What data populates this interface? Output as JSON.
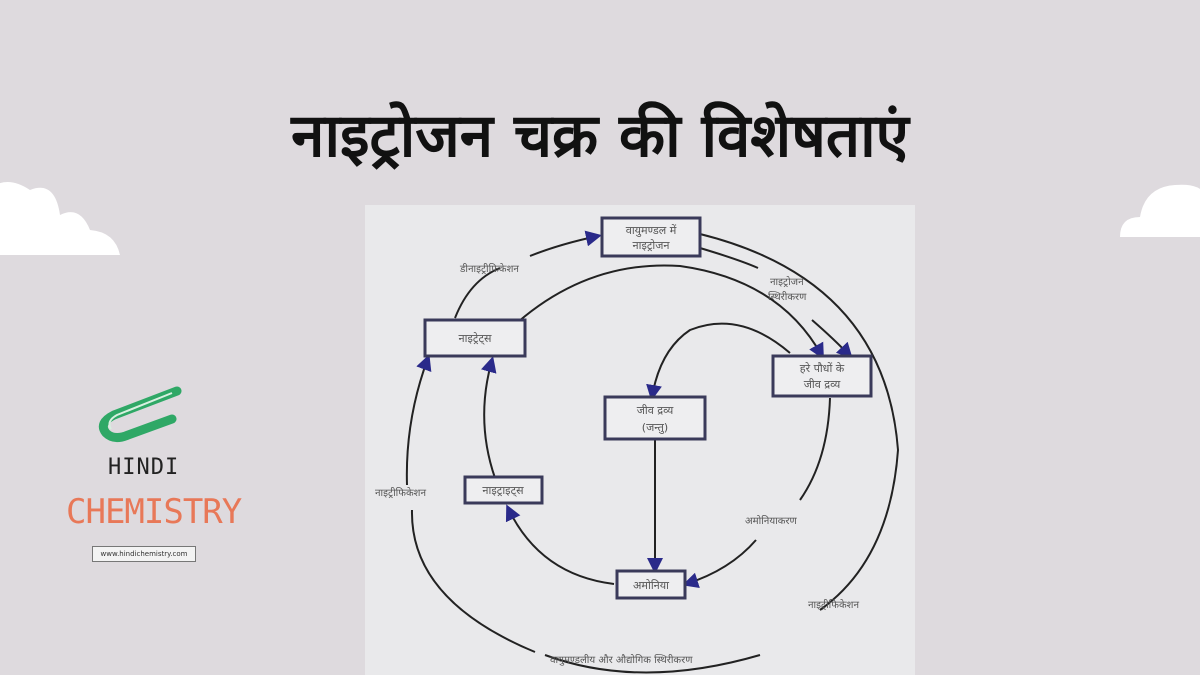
{
  "title": "नाइट्रोजन चक्र की विशेषताएं",
  "diagram": {
    "boxes": {
      "atmosphere": [
        "वायुमण्डल में",
        "नाइट्रोजन"
      ],
      "nitrates": "नाइट्रेट्स",
      "green_plants": [
        "हरे पौधों के",
        "जीव द्रव्य"
      ],
      "animal_protoplasm": [
        "जीव द्रव्य",
        "(जन्तु)"
      ],
      "nitrites": "नाइट्राइट्स",
      "ammonia": "अमोनिया"
    },
    "labels": {
      "denitrification": "डीनाइट्रीफिकेशन",
      "nitrogen_fixation": [
        "नाइट्रोजन",
        "स्थिरीकरण"
      ],
      "nitrification_left": "नाइट्रीफिकेशन",
      "ammonification": "अमोनियाकरण",
      "nitrification_right": "नाइट्रीफिकेशन",
      "atmospheric_industrial_fixation": "वायुमण्डलीय और औद्योगिक स्थिरीकरण"
    }
  },
  "logo": {
    "line1": "HINDI",
    "line2": "CHEMISTRY",
    "url": "www.hindichemistry.com"
  },
  "colors": {
    "background": "#dedade",
    "logo_green": "#2fa866",
    "logo_orange": "#e87858",
    "arrow": "#2a2a8a"
  }
}
